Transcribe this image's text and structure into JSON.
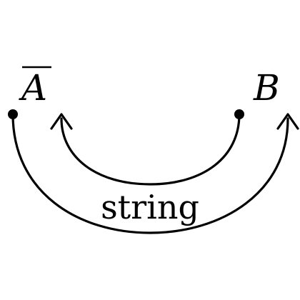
{
  "labels": {
    "left_endpoint": "A",
    "right_endpoint": "B",
    "string": "string"
  },
  "notation": {
    "left_endpoint_overline": true
  },
  "colors": {
    "stroke": "#000000",
    "background": "#ffffff"
  },
  "icons": {
    "endpoint_marker": "filled-dot",
    "arc_end": "open-arrowhead"
  }
}
